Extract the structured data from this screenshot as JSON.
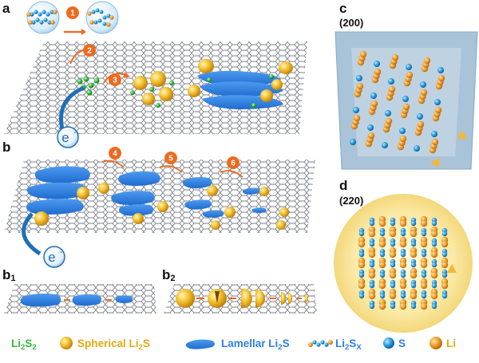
{
  "panels": {
    "a": "a",
    "b": "b",
    "b1_main": "b",
    "b1_sub": "1",
    "b2_main": "b",
    "b2_sub": "2",
    "c": "c",
    "d": "d"
  },
  "miller": {
    "c": "(200)",
    "d": "(220)"
  },
  "steps": [
    "1",
    "2",
    "3",
    "4",
    "5",
    "6"
  ],
  "electron": {
    "symbol": "e",
    "sup": "-"
  },
  "legend": {
    "li2s2": {
      "main": "Li",
      "sub1": "2",
      "mid": "S",
      "sub2": "2"
    },
    "spherical": {
      "pre": "Spherical Li",
      "sub": "2",
      "post": "S"
    },
    "lamellar": {
      "pre": "Lamellar Li",
      "sub": "2",
      "post": "S"
    },
    "li2sx": {
      "main": "Li",
      "sub1": "2",
      "mid": "S",
      "sub2": "X"
    },
    "s": "S",
    "li": "Li"
  },
  "colors": {
    "li2s2_green": "#2fb83a",
    "sphere_gold": "#f2bd2a",
    "lamellar_blue": "#2e7fe0",
    "sulfur_blue": "#2a9fe0",
    "li_orange": "#f0a030",
    "step_orange": "#ee6a1e",
    "electron_blue": "#1f6fb8"
  }
}
